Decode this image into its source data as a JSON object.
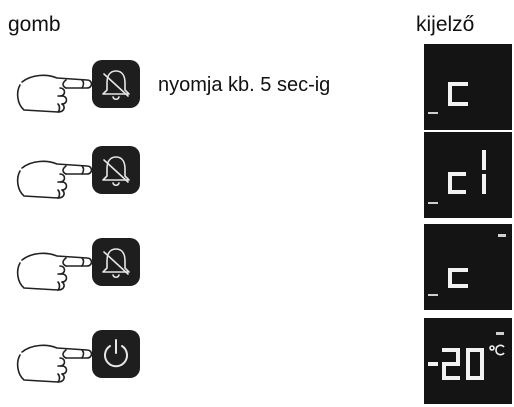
{
  "headers": {
    "button_column": "gomb",
    "display_column": "kijelző"
  },
  "steps": [
    {
      "button_icon": "alarm-bell-off-icon",
      "instruction": "nyomja kb. 5 sec-ig",
      "display_text": "c",
      "indicators": [
        "menu"
      ]
    },
    {
      "button_icon": "alarm-bell-off-icon",
      "instruction": "",
      "display_text": "c1",
      "indicators": [
        "menu"
      ]
    },
    {
      "button_icon": "alarm-bell-off-icon",
      "instruction": "",
      "display_text": "c",
      "indicators": [
        "menu",
        "top-right"
      ]
    },
    {
      "button_icon": "power-icon",
      "instruction": "",
      "display_text": "-20",
      "unit": "°C",
      "indicators": [
        "top-right"
      ]
    }
  ],
  "colors": {
    "background": "#ffffff",
    "button_fill": "#1e1e1e",
    "display_fill": "#141414",
    "display_segments": "#f2f2f2"
  }
}
